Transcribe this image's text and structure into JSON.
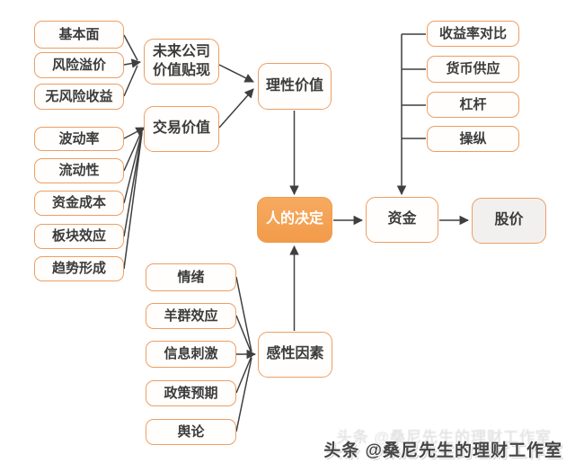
{
  "nodes": [
    {
      "label": "基本面"
    },
    {
      "label": "风险溢价"
    },
    {
      "label": "无风险收益"
    },
    {
      "label": "波动率"
    },
    {
      "label": "流动性"
    },
    {
      "label": "资金成本"
    },
    {
      "label": "板块效应"
    },
    {
      "label": "趋势形成"
    },
    {
      "label": "未来公司\n价值贴现"
    },
    {
      "label": "交易价值"
    },
    {
      "label": "理性价值"
    },
    {
      "label": "人的决定"
    },
    {
      "label": "感性因素"
    },
    {
      "label": "情绪"
    },
    {
      "label": "羊群效应"
    },
    {
      "label": "信息刺激"
    },
    {
      "label": "政策预期"
    },
    {
      "label": "舆论"
    },
    {
      "label": "收益率对比"
    },
    {
      "label": "货币供应"
    },
    {
      "label": "杠杆"
    },
    {
      "label": "操纵"
    },
    {
      "label": "资金"
    },
    {
      "label": "股价"
    }
  ],
  "watermark": {
    "text": "头条 @桑尼先生的理财工作室"
  },
  "colors": {
    "node_border": "#ED9E63",
    "highlight_fill": "#F4A254",
    "highlight_text": "#FFFFFF",
    "result_fill": "#F1F0EE",
    "edge": "#3F3F3F",
    "text": "#3C3C3C"
  }
}
